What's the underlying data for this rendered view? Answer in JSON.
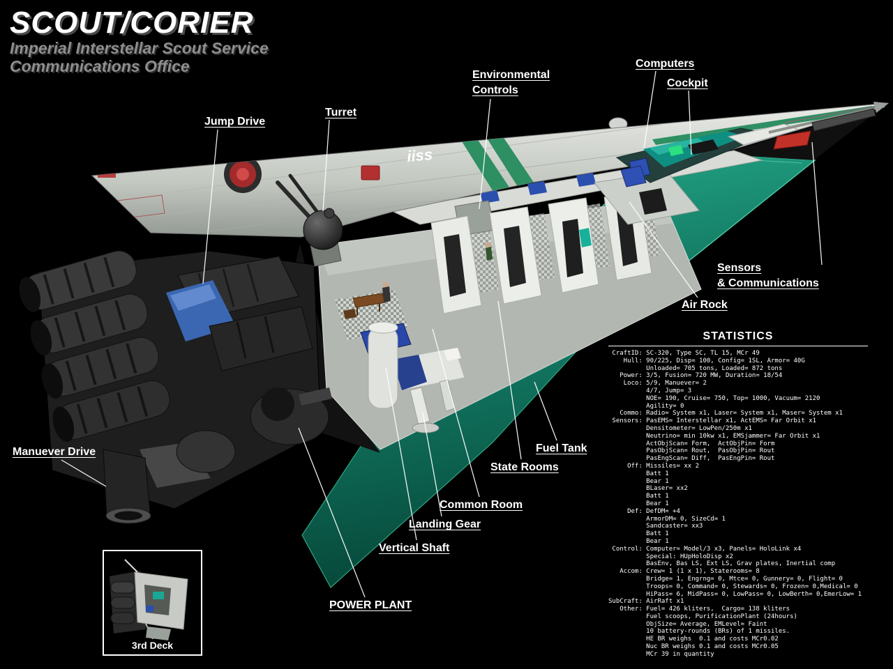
{
  "title": {
    "main": "SCOUT/CORIER",
    "subtitle1": "Imperial Interstellar Scout Service",
    "subtitle2": "Communications Office"
  },
  "ship": {
    "hull_marking": "iiss"
  },
  "labels": {
    "jump_drive": "Jump Drive",
    "turret": "Turret",
    "environmental_controls": "Environmental\nControls",
    "computers": "Computers",
    "cockpit": "Cockpit",
    "sensors_communications": "Sensors\n& Communications",
    "air_rock": "Air Rock",
    "fuel_tank": "Fuel Tank",
    "state_rooms": "State Rooms",
    "common_room": "Common Room",
    "landing_gear": "Landing Gear",
    "vertical_shaft": "Vertical Shaft",
    "power_plant": "POWER PLANT",
    "manuever_drive": "Manuever Drive"
  },
  "inset": {
    "caption": "3rd Deck"
  },
  "statistics": {
    "heading": "STATISTICS",
    "lines": [
      " CraftID: SC-320, Type SC, TL 15, MCr 49",
      "    Hull: 90/225, Disp= 100, Config= 1SL, Armor= 40G",
      "          Unloaded= 705 tons, Loaded= 872 tons",
      "   Power: 3/5, Fusion= 720 MW, Duration= 18/54",
      "    Loco: 5/9, Manuever= 2",
      "          4/7, Jump= 3",
      "          NOE= 190, Cruise= 750, Top= 1000, Vacuum= 2120",
      "          Agility= 0",
      "   Commo: Radio= System x1, Laser= System x1, Maser= System x1",
      " Sensors: PasEMS= Interstellar x1, ActEMS= Far Orbit x1",
      "          Densitometer= LowPen/250m x1",
      "          Neutrino= min 10kw x1, EMSjammer= Far Orbit x1",
      "          ActObjScan= Form,  ActObjPin= Form",
      "          PasObjScan= Rout,  PasObjPin= Rout",
      "          PasEngScan= Diff,  PasEngPin= Rout",
      "     Off: Missiles= xx 2",
      "          Batt 1",
      "          Bear 1",
      "          BLaser= xx2",
      "          Batt 1",
      "          Bear 1",
      "     Def: DefDM= +4",
      "          ArmorDM= 0, SizeCd= 1",
      "          Sandcaster= xx3",
      "          Batt 1",
      "          Bear 1",
      " Control: Computer= Model/3 x3, Panels= HoloLink x4",
      "          Special: HUpHoloDisp x2",
      "          BasEnv, Bas LS, Ext LS, Grav plates, Inertial comp",
      "   Accom: Crew= 1 (1 x 1), Staterooms= 8",
      "          Bridge= 1, Engrng= 0, Mtce= 0, Gunnery= 0, Flight= 0",
      "          Troops= 0, Command= 0, Stewards= 0, Frozen= 0,Medical= 0",
      "          HiPass= 6, MidPass= 0, LowPass= 0, LowBerth= 0,EmerLow= 1",
      "SubCraft: AirRaft x1",
      "   Other: Fuel= 426 kliters,  Cargo= 138 kliters",
      "          Fuel scoops, PurificationPlant (24hours)",
      "          ObjSize= Average, EMLevel= Faint",
      "          10 battery-rounds (BRs) of 1 missiles.",
      "          HE BR weighs  0.1 and costs MCr0.02",
      "          Nuc BR weighs 0.1 and costs MCr0.05",
      "          MCr 39 in quantity"
    ]
  },
  "palette": {
    "hull_green": "#2e8f63",
    "wing_teal": "#128066",
    "emblem_red": "#a32b2b",
    "background": "#000000"
  }
}
